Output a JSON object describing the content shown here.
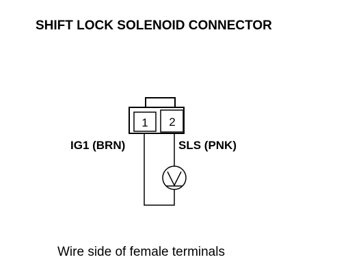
{
  "title": "SHIFT LOCK SOLENOID CONNECTOR",
  "connector": {
    "pins": [
      {
        "number": "1"
      },
      {
        "number": "2"
      }
    ],
    "wires": {
      "left_label": "IG1 (BRN)",
      "right_label": "SLS (PNK)"
    }
  },
  "caption": "Wire side of female terminals"
}
